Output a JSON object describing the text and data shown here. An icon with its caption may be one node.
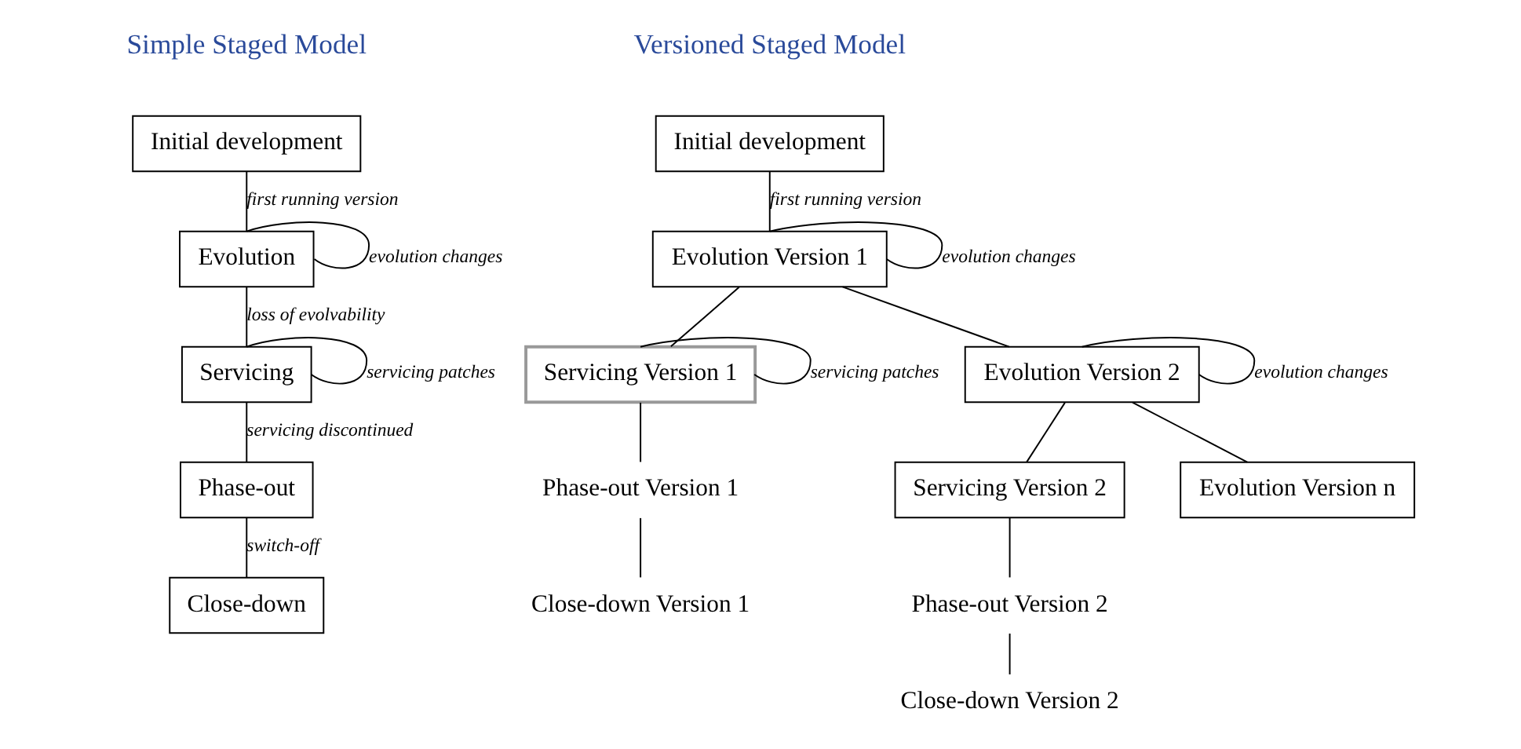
{
  "diagram": {
    "nodes": [
      {
        "text": [
          "Initial development"
        ]
      },
      {
        "text": [
          "Evolution"
        ]
      },
      {
        "text": [
          "Servicing"
        ]
      },
      {
        "text": [
          "Phase-out"
        ]
      },
      {
        "text": [
          "Close-down"
        ]
      },
      {
        "text": [
          "Initial development"
        ]
      },
      {
        "text": [
          "Evolution Version 1"
        ]
      },
      {
        "text": [
          "Servicing Version 1"
        ]
      },
      {
        "text": [
          "Phase-out Version 1"
        ]
      },
      {
        "text": [
          "Close-down Version 1"
        ]
      },
      {
        "text": [
          "Evolution Version 2"
        ]
      },
      {
        "text": [
          "Servicing Version 2"
        ]
      },
      {
        "text": [
          "Phase-out Version 2"
        ]
      },
      {
        "text": [
          "Close-down Version 2"
        ]
      },
      {
        "text": [
          "Evolution Version n"
        ]
      }
    ],
    "edges": [
      {
        "from": 0,
        "to": 1,
        "arrow": "none",
        "label": "first running version"
      },
      {
        "from": 1,
        "to": 1,
        "arrow": "none",
        "label": "evolution changes"
      },
      {
        "from": 1,
        "to": 2,
        "arrow": "none",
        "label": "loss of evolvability"
      },
      {
        "from": 2,
        "to": 2,
        "arrow": "none",
        "label": "servicing patches"
      },
      {
        "from": 2,
        "to": 3,
        "arrow": "none",
        "label": "servicing discontinued"
      },
      {
        "from": 3,
        "to": 4,
        "arrow": "none",
        "label": "switch-off"
      },
      {
        "from": 5,
        "to": 6,
        "arrow": "none",
        "label": "first running version"
      },
      {
        "from": 6,
        "to": 6,
        "arrow": "none",
        "label": "evolution changes"
      },
      {
        "from": 6,
        "to": 7,
        "arrow": "none"
      },
      {
        "from": 7,
        "to": 7,
        "arrow": "none",
        "label": "servicing patches"
      },
      {
        "from": 7,
        "to": 8,
        "arrow": "none"
      },
      {
        "from": 8,
        "to": 9,
        "arrow": "none"
      },
      {
        "from": 6,
        "to": 10,
        "arrow": "none"
      },
      {
        "from": 10,
        "to": 10,
        "arrow": "none",
        "label": "evolution changes"
      },
      {
        "from": 10,
        "to": 11,
        "arrow": "none"
      },
      {
        "from": 11,
        "to": 12,
        "arrow": "none"
      },
      {
        "from": 12,
        "to": 13,
        "arrow": "none"
      },
      {
        "from": 10,
        "to": 14,
        "arrow": "none"
      }
    ],
    "labels": [
      "Simple Staged Model",
      "Versioned Staged Model"
    ]
  }
}
